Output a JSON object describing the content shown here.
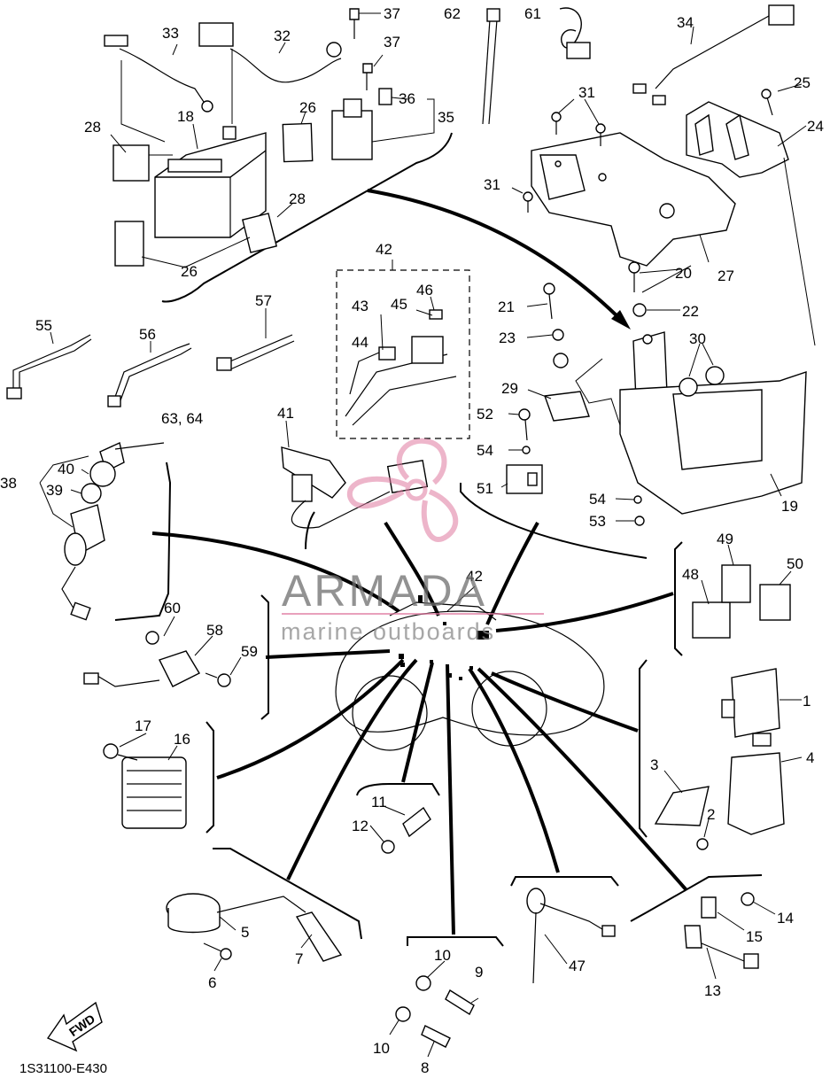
{
  "diagram_code": "1S31100-E430",
  "fwd_label": "FWD",
  "watermark": {
    "brand": "ARMADA",
    "tagline": "marine outboards"
  },
  "callouts": {
    "c1": "1",
    "c2": "2",
    "c3": "3",
    "c4": "4",
    "c5": "5",
    "c6": "6",
    "c7": "7",
    "c8": "8",
    "c9": "9",
    "c10a": "10",
    "c10b": "10",
    "c11": "11",
    "c12": "12",
    "c13": "13",
    "c14": "14",
    "c15": "15",
    "c16": "16",
    "c17": "17",
    "c18": "18",
    "c19": "19",
    "c20": "20",
    "c21": "21",
    "c22": "22",
    "c23": "23",
    "c24": "24",
    "c25": "25",
    "c26a": "26",
    "c26b": "26",
    "c27": "27",
    "c28a": "28",
    "c28b": "28",
    "c29": "29",
    "c30": "30",
    "c31a": "31",
    "c31b": "31",
    "c32": "32",
    "c33": "33",
    "c34": "34",
    "c35": "35",
    "c36": "36",
    "c37a": "37",
    "c37b": "37",
    "c38": "38",
    "c39": "39",
    "c40": "40",
    "c41": "41",
    "c42a": "42",
    "c42b": "42",
    "c43": "43",
    "c44": "44",
    "c45": "45",
    "c46": "46",
    "c47": "47",
    "c48": "48",
    "c49": "49",
    "c50": "50",
    "c51": "51",
    "c52": "52",
    "c53": "53",
    "c54a": "54",
    "c54b": "54",
    "c55": "55",
    "c56": "56",
    "c57": "57",
    "c58": "58",
    "c59": "59",
    "c60": "60",
    "c61": "61",
    "c62": "62",
    "c6364": "63, 64"
  }
}
